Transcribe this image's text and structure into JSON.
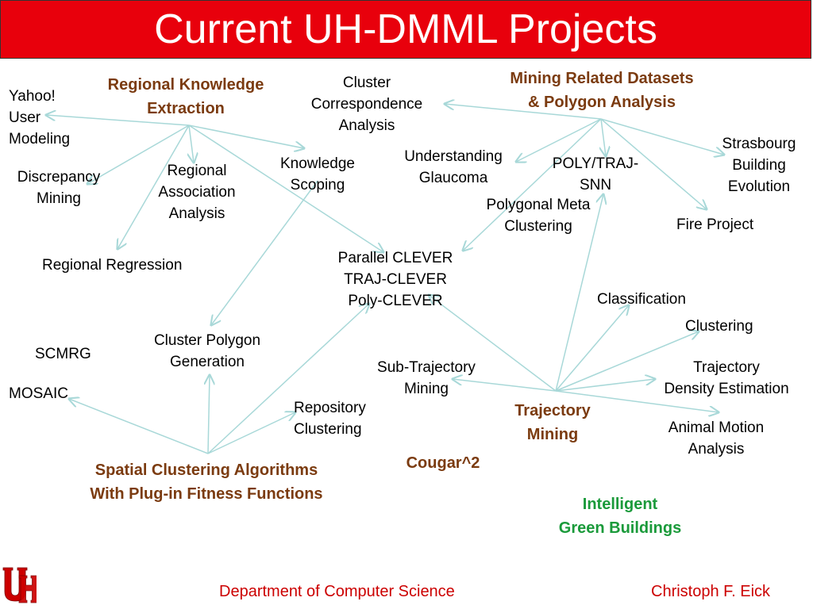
{
  "title": "Current UH-DMML Projects",
  "hubs": {
    "regional_knowledge": "Regional Knowledge\nExtraction",
    "mining_datasets": "Mining Related Datasets\n& Polygon Analysis",
    "spatial_clustering": "Spatial Clustering Algorithms\nWith Plug-in Fitness Functions",
    "trajectory_mining": "Trajectory\nMining",
    "cougar": "Cougar^2"
  },
  "green_label": "Intelligent\nGreen Buildings",
  "nodes": {
    "yahoo": "Yahoo!\nUser\nModeling",
    "discrepancy": "Discrepancy\nMining",
    "regional_association": "Regional\nAssociation\nAnalysis",
    "knowledge_scoping": "Knowledge\nScoping",
    "regional_regression": "Regional Regression",
    "cluster_correspondence": "Cluster\nCorrespondence\nAnalysis",
    "understanding_glaucoma": "Understanding\nGlaucoma",
    "poly_traj_snn": "POLY/TRAJ-\nSNN",
    "polygonal_meta": "Polygonal Meta\nClustering",
    "strasbourg": "Strasbourg\nBuilding\nEvolution",
    "fire_project": "Fire Project",
    "parallel_clever": "Parallel CLEVER\nTRAJ-CLEVER\nPoly-CLEVER",
    "classification": "Classification",
    "clustering": "Clustering",
    "scmrg": "SCMRG",
    "cluster_polygon": "Cluster Polygon\nGeneration",
    "sub_trajectory": "Sub-Trajectory\nMining",
    "trajectory_density": "Trajectory\nDensity Estimation",
    "mosaic": "MOSAIC",
    "repository_clustering": "Repository\nClustering",
    "animal_motion": "Animal Motion\nAnalysis"
  },
  "footer": {
    "department": "Department of Computer Science",
    "author": "Christoph F. Eick"
  },
  "colors": {
    "header_bg": "#e8000c",
    "hub_text": "#7b3b10",
    "green_text": "#1a9a3a",
    "edge": "#a8d8d8",
    "footer_text": "#cc0000"
  },
  "icons": {
    "logo": "uh-logo-icon"
  }
}
